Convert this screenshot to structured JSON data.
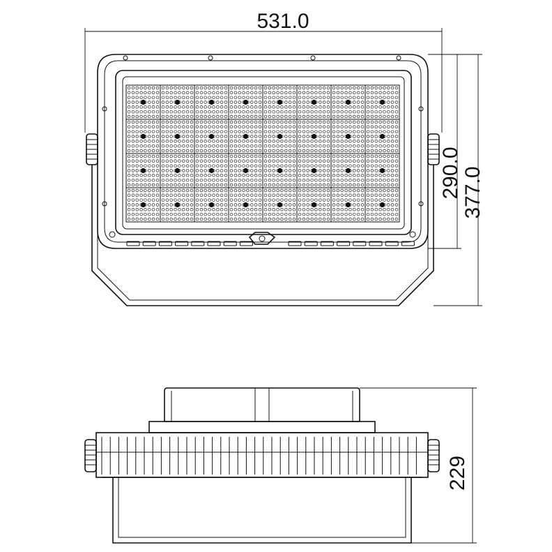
{
  "dimensions": {
    "width": "531.0",
    "height_body": "290.0",
    "height_total": "377.0",
    "depth": "229"
  },
  "led_array": {
    "rows": 4,
    "cols": 8
  },
  "colors": {
    "line": "#111111",
    "background": "#ffffff"
  }
}
